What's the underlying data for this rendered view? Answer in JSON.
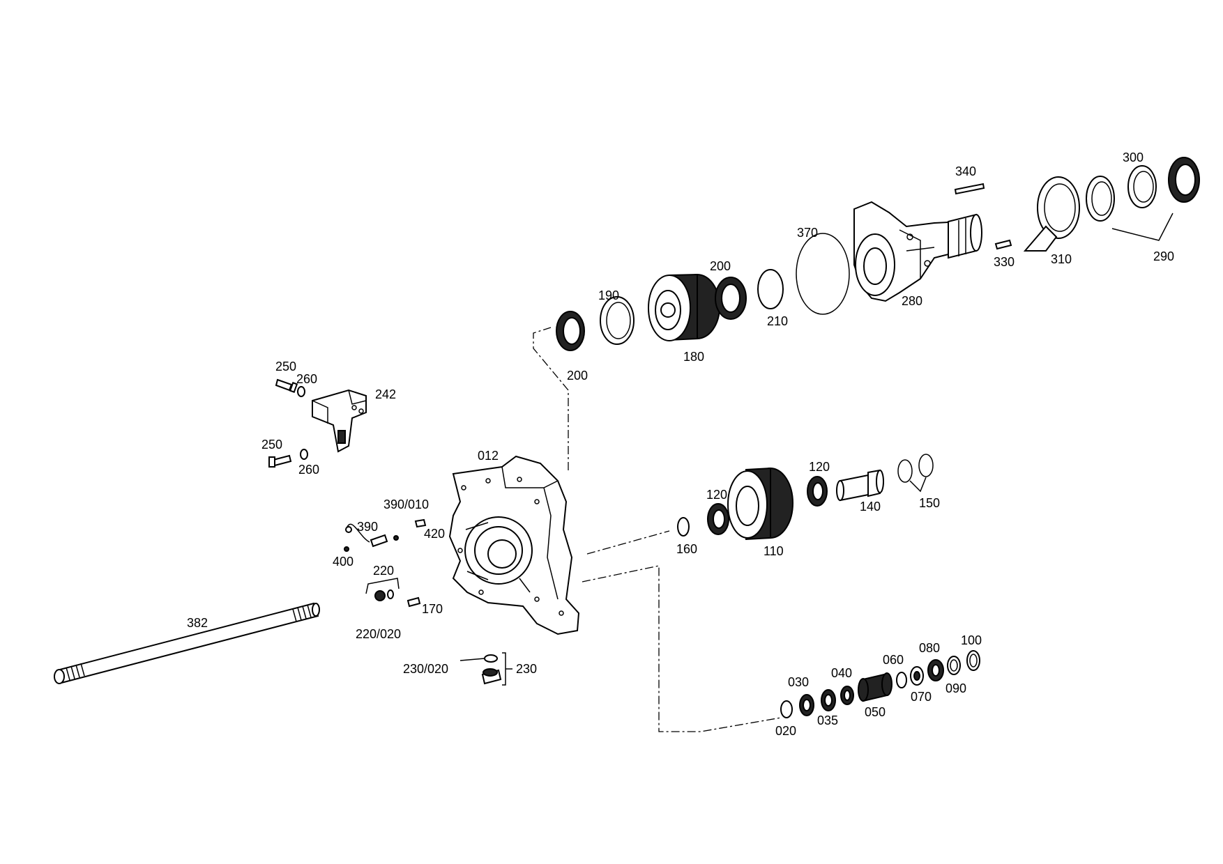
{
  "labels": {
    "l012": "012",
    "l020": "020",
    "l030": "030",
    "l035": "035",
    "l040": "040",
    "l050": "050",
    "l060": "060",
    "l070": "070",
    "l080": "080",
    "l090": "090",
    "l100": "100",
    "l110": "110",
    "l120a": "120",
    "l120b": "120",
    "l140": "140",
    "l150": "150",
    "l160": "160",
    "l170": "170",
    "l180": "180",
    "l190": "190",
    "l200a": "200",
    "l200b": "200",
    "l210": "210",
    "l220": "220",
    "l220_020": "220/020",
    "l230": "230",
    "l230_020": "230/020",
    "l242": "242",
    "l250a": "250",
    "l250b": "250",
    "l260a": "260",
    "l260b": "260",
    "l280": "280",
    "l290": "290",
    "l300": "300",
    "l310": "310",
    "l330": "330",
    "l340": "340",
    "l370": "370",
    "l382": "382",
    "l390": "390",
    "l390_010": "390/010",
    "l400": "400",
    "l420": "420"
  }
}
